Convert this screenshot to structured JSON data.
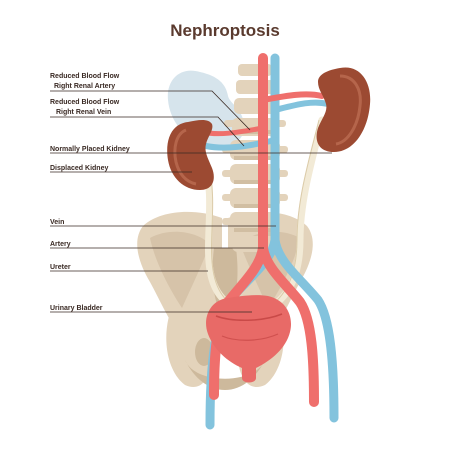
{
  "diagram": {
    "title": "Nephroptosis",
    "labels": {
      "reduced_flow_artery_l1": "Reduced Blood Flow",
      "reduced_flow_artery_l2": "Right Renal Artery",
      "reduced_flow_vein_l1": "Reduced Blood Flow",
      "reduced_flow_vein_l2": "Right Renal Vein",
      "normal_kidney": "Normally Placed Kidney",
      "displaced_kidney": "Displaced Kidney",
      "vein": "Vein",
      "artery": "Artery",
      "ureter": "Ureter",
      "bladder": "Urinary Bladder"
    }
  },
  "colors": {
    "bone": "#e3d3bb",
    "bone_shadow": "#cdb99c",
    "artery": "#ef6f6c",
    "vein": "#83c3dd",
    "kidney": "#9c4a32",
    "kidney_light": "#c07055",
    "ghost_kidney": "#d6e4ec",
    "ureter": "#f2ead6",
    "bladder": "#e86a67",
    "leader_line": "#3a2a24",
    "title": "#5a3a2e"
  },
  "icons": [
    "kidney-icon",
    "bladder-icon",
    "spine-icon",
    "pelvis-icon"
  ]
}
